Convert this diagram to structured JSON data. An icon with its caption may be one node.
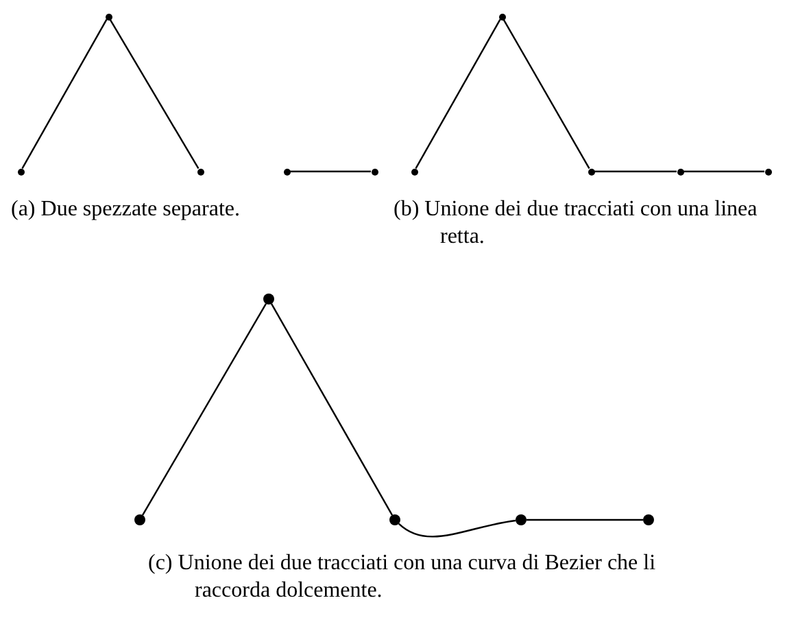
{
  "diagram": {
    "nodes": [
      {
        "text": [],
        "shape": "circle"
      },
      {
        "text": [],
        "shape": "circle"
      },
      {
        "text": [],
        "shape": "circle"
      },
      {
        "text": [],
        "shape": "circle"
      },
      {
        "text": [],
        "shape": "circle"
      },
      {
        "text": [],
        "shape": "circle"
      },
      {
        "text": [],
        "shape": "circle"
      },
      {
        "text": [],
        "shape": "circle"
      },
      {
        "text": [],
        "shape": "circle"
      },
      {
        "text": [],
        "shape": "circle"
      },
      {
        "text": [],
        "shape": "circle"
      },
      {
        "text": [],
        "shape": "circle"
      },
      {
        "text": [],
        "shape": "circle"
      },
      {
        "text": [],
        "shape": "circle"
      },
      {
        "text": [],
        "shape": "circle"
      }
    ],
    "edges": [
      {
        "from": 0,
        "to": 1,
        "arrow": "none"
      },
      {
        "from": 1,
        "to": 2,
        "arrow": "none"
      },
      {
        "from": 3,
        "to": 4,
        "arrow": "none"
      },
      {
        "from": 5,
        "to": 6,
        "arrow": "none"
      },
      {
        "from": 6,
        "to": 7,
        "arrow": "none"
      },
      {
        "from": 7,
        "to": 8,
        "arrow": "none"
      },
      {
        "from": 8,
        "to": 9,
        "arrow": "none"
      },
      {
        "from": 10,
        "to": 11,
        "arrow": "none"
      },
      {
        "from": 11,
        "to": 12,
        "arrow": "none"
      },
      {
        "from": 12,
        "to": 13,
        "arrow": "none"
      },
      {
        "from": 13,
        "to": 14,
        "arrow": "none"
      }
    ],
    "labels": [
      "(a) Due spezzate separate.",
      "(b) Unione dei due tracciati con una linea retta.",
      "(c) Unione dei due tracciati con una curva di Bezier che li raccorda dolcemente."
    ]
  }
}
